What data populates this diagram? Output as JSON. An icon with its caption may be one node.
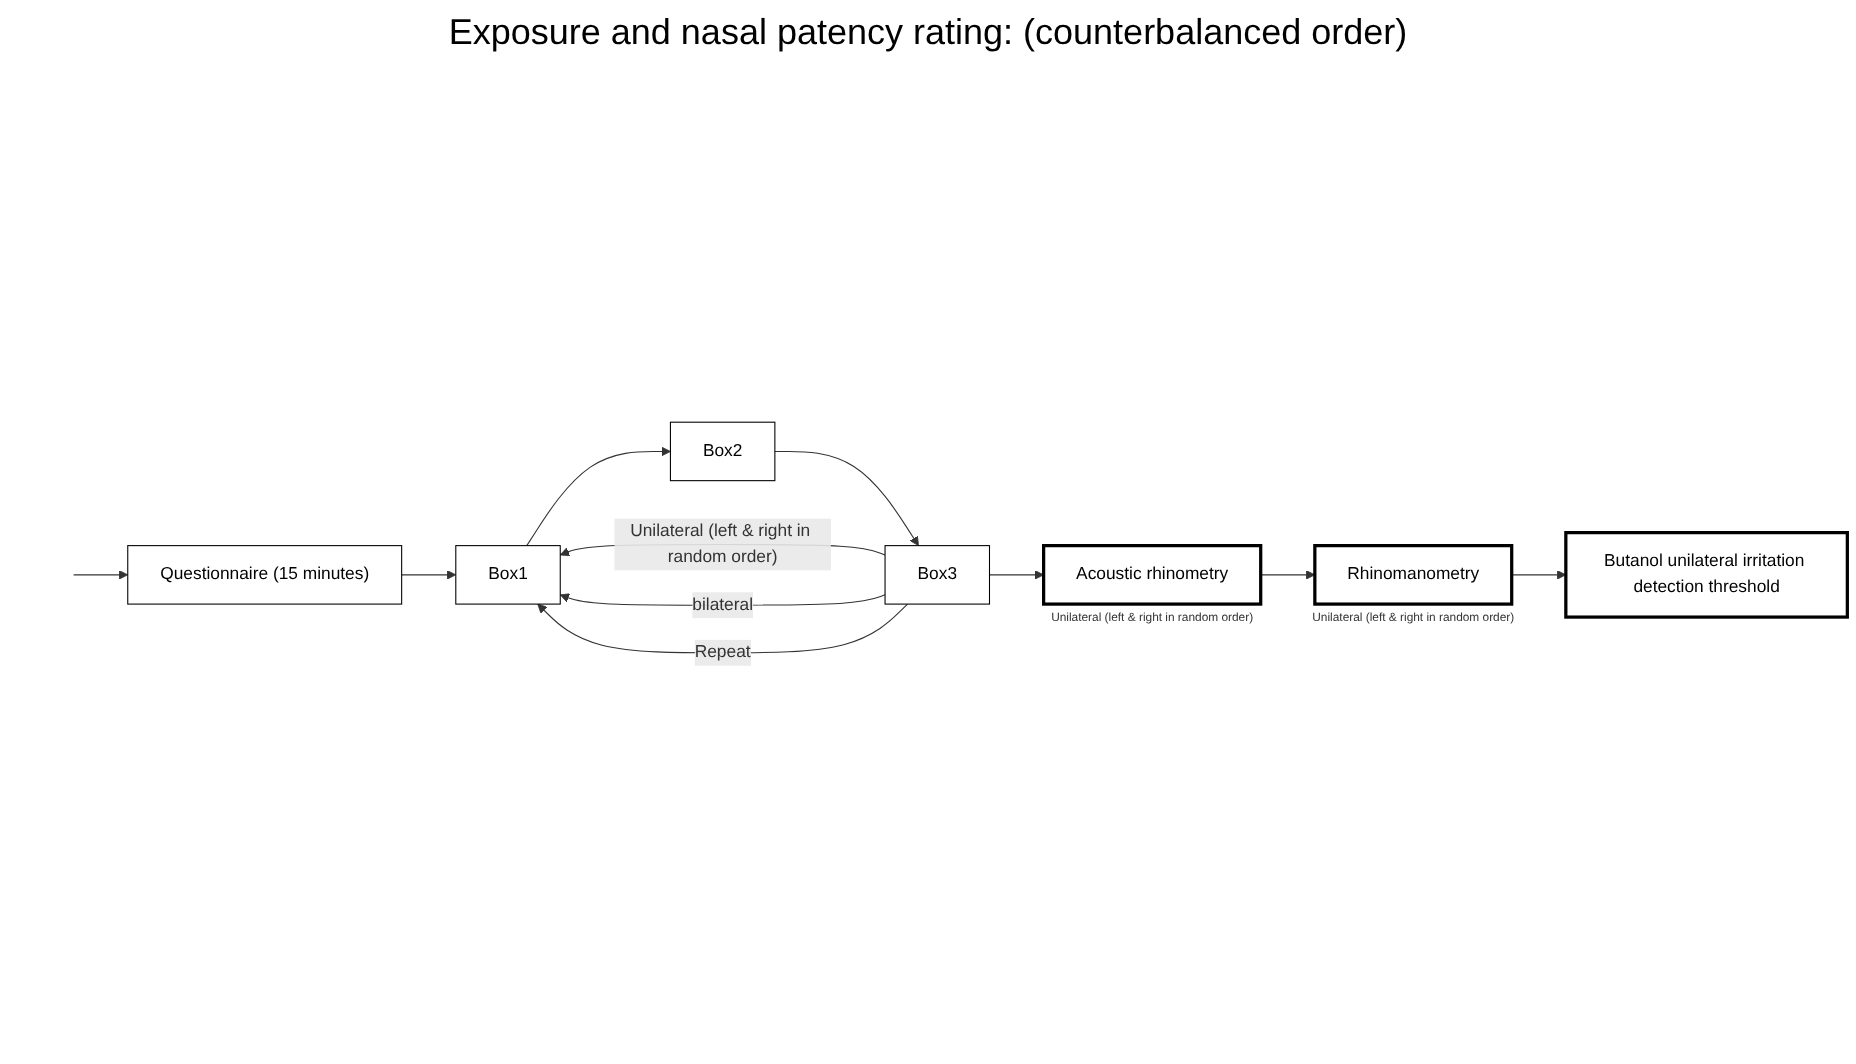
{
  "diagram": {
    "title": "Exposure and nasal patency rating: (counterbalanced order)",
    "nodes": [
      {
        "text": [
          "Questionnaire (15 minutes)"
        ]
      },
      {
        "text": [
          "Box1"
        ]
      },
      {
        "text": [
          "Box2"
        ]
      },
      {
        "text": [
          "Box3"
        ]
      },
      {
        "text": [
          "Acoustic rhinometry"
        ],
        "beside": [
          "Unilateral (left & right in random order)"
        ]
      },
      {
        "text": [
          "Rhinomanometry"
        ],
        "beside": [
          "Unilateral (left & right in random order)"
        ]
      },
      {
        "text": [
          "Butanol unilateral irritation detection threshold"
        ]
      }
    ],
    "edges": [
      {
        "from": null,
        "to": 0,
        "arrow": "to"
      },
      {
        "from": 0,
        "to": 1,
        "arrow": "to"
      },
      {
        "from": 1,
        "to": 2,
        "arrow": "to"
      },
      {
        "from": 2,
        "to": 3,
        "arrow": "to"
      },
      {
        "from": 3,
        "to": 1,
        "arrow": "to",
        "label": "Unilateral (left & right in random order)"
      },
      {
        "from": 3,
        "to": 1,
        "arrow": "to",
        "label": "bilateral"
      },
      {
        "from": 3,
        "to": 1,
        "arrow": "to",
        "label": "Repeat"
      },
      {
        "from": 3,
        "to": 4,
        "arrow": "to"
      },
      {
        "from": 4,
        "to": 5,
        "arrow": "to"
      },
      {
        "from": 5,
        "to": 6,
        "arrow": "to"
      }
    ]
  }
}
